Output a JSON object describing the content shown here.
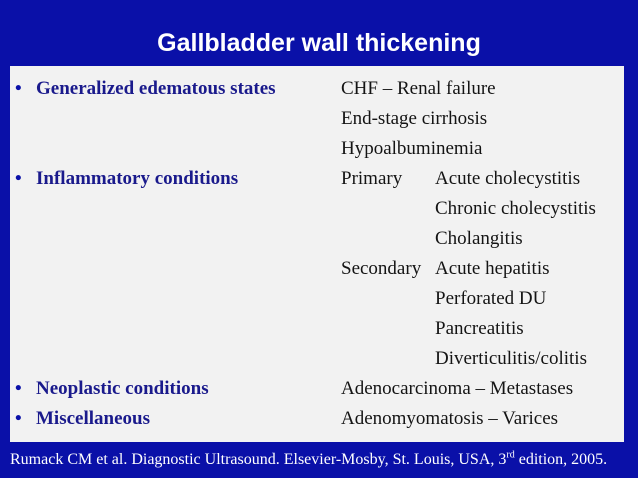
{
  "title": "Gallbladder wall thickening",
  "bullet": "•",
  "rows": [
    {
      "category": "Generalized edematous states",
      "col1": "CHF – Renal failure"
    },
    {
      "col1": "End-stage cirrhosis"
    },
    {
      "col1": "Hypoalbuminemia"
    },
    {
      "category": "Inflammatory conditions",
      "col1": "Primary",
      "col2": "Acute cholecystitis"
    },
    {
      "col2": "Chronic cholecystitis"
    },
    {
      "col2": "Cholangitis"
    },
    {
      "col1": "Secondary",
      "col2": "Acute hepatitis"
    },
    {
      "col2": "Perforated DU"
    },
    {
      "col2": "Pancreatitis"
    },
    {
      "col2": "Diverticulitis/colitis"
    },
    {
      "category": "Neoplastic conditions",
      "col1": "Adenocarcinoma – Metastases"
    },
    {
      "category": "Miscellaneous",
      "col1": "Adenomyomatosis – Varices"
    }
  ],
  "footer": {
    "text": "Rumack CM et al. Diagnostic Ultrasound. Elsevier-Mosby, St. Louis, USA, 3",
    "superscript": "rd",
    "suffix": " edition, 2005."
  },
  "colors": {
    "background": "#0a10a8",
    "panel": "#f2f2f2",
    "category": "#1a1a8c",
    "text": "#141414"
  }
}
